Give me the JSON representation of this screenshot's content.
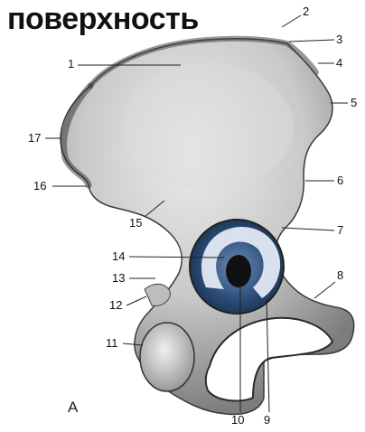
{
  "title": "поверхность",
  "panel_letter": "А",
  "labels": {
    "l1": "1",
    "l2": "2",
    "l3": "3",
    "l4": "4",
    "l5": "5",
    "l6": "6",
    "l7": "7",
    "l8": "8",
    "l9": "9",
    "l10": "10",
    "l11": "11",
    "l12": "12",
    "l13": "13",
    "l14": "14",
    "l15": "15",
    "l16": "16",
    "l17": "17"
  }
}
